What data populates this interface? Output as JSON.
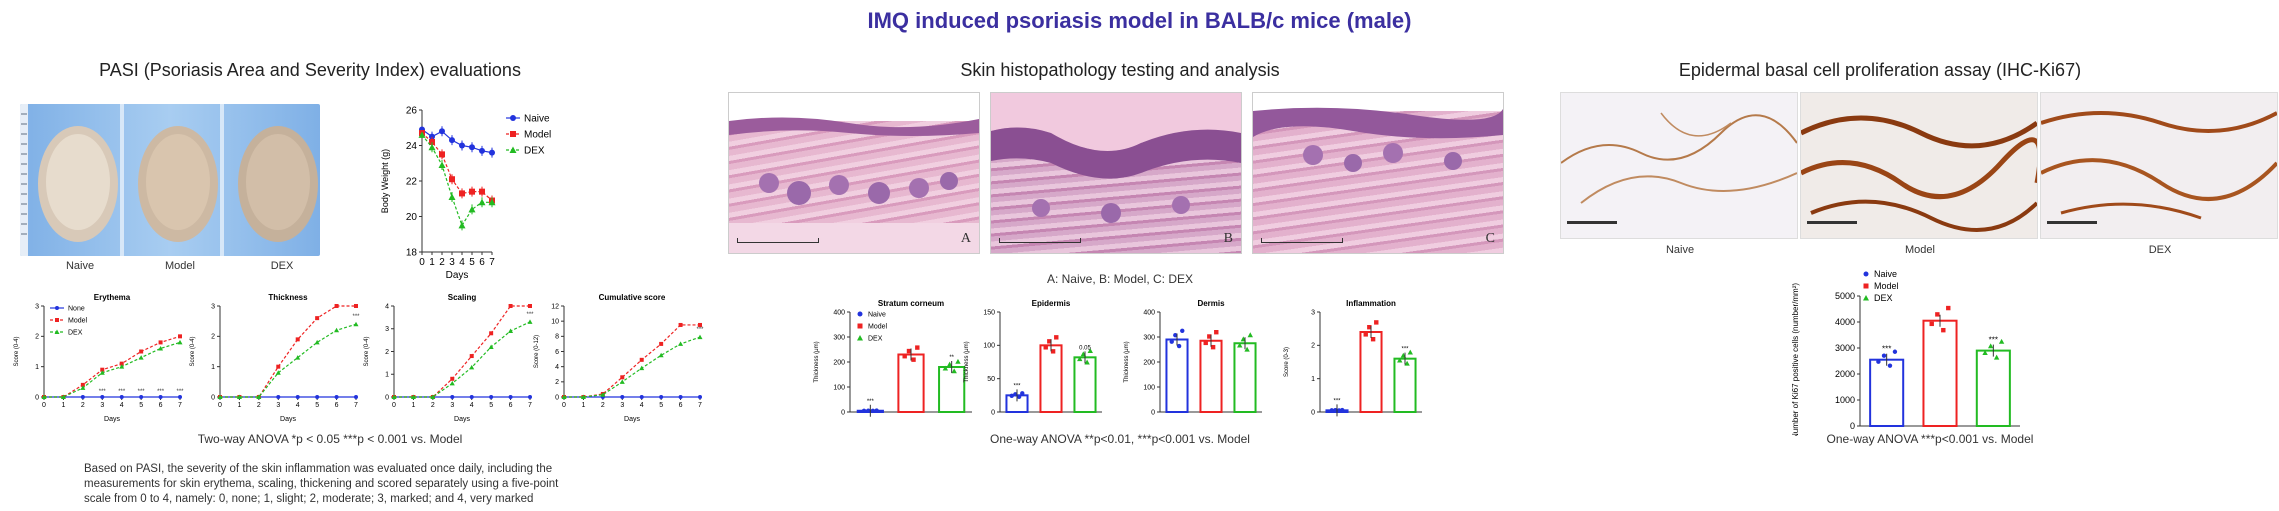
{
  "header": {
    "title": "IMQ induced psoriasis model in BALB/c mice (male)"
  },
  "sections": {
    "pasi": {
      "title": "PASI (Psoriasis Area and Severity Index) evaluations",
      "photo_labels": [
        "Naive",
        "Model",
        "DEX"
      ],
      "anova_note": "Two-way ANOVA  *p < 0.05    ***p < 0.001 vs. Model",
      "description_lines": [
        "Based on PASI, the severity of the skin inflammation was evaluated once daily, including the",
        "measurements for skin erythema, scaling, thickening and scored separately using a five-point",
        "scale from 0 to 4, namely: 0, none; 1, slight; 2, moderate; 3, marked; and 4, very marked"
      ]
    },
    "histo": {
      "title": "Skin histopathology testing and analysis",
      "panel_letters": [
        "A",
        "B",
        "C"
      ],
      "legend_text": "A: Naive,  B: Model,  C: DEX",
      "anova_note": "One-way ANOVA  **p<0.01, ***p<0.001 vs. Model"
    },
    "ki67": {
      "title": "Epidermal basal cell proliferation assay (IHC-Ki67)",
      "panel_labels": [
        "Naive",
        "Model",
        "DEX"
      ],
      "anova_note": "One-way ANOVA ***p<0.001 vs. Model"
    }
  },
  "colors": {
    "naive": "#2233dd",
    "model": "#ee2222",
    "dex": "#22bb22",
    "title": "#3b2fa0"
  },
  "chart_data": [
    {
      "id": "body-weight",
      "type": "line",
      "xlabel": "Days",
      "ylabel": "Body Weight (g)",
      "x": [
        0,
        1,
        2,
        3,
        4,
        5,
        6,
        7
      ],
      "xlim": [
        0,
        7
      ],
      "ylim": [
        18,
        26
      ],
      "yticks": [
        18,
        20,
        22,
        24,
        26
      ],
      "series": [
        {
          "name": "Naive",
          "values": [
            24.9,
            24.5,
            24.8,
            24.3,
            24.0,
            23.9,
            23.7,
            23.6
          ]
        },
        {
          "name": "Model",
          "values": [
            24.7,
            24.2,
            23.5,
            22.1,
            21.3,
            21.4,
            21.4,
            20.9
          ]
        },
        {
          "name": "DEX",
          "values": [
            24.6,
            23.9,
            22.9,
            21.1,
            19.5,
            20.4,
            20.8,
            20.8
          ]
        }
      ]
    },
    {
      "id": "erythema",
      "type": "line",
      "title": "Erythema",
      "xlabel": "Days",
      "ylabel": "Score (0-4)",
      "x": [
        0,
        1,
        2,
        3,
        4,
        5,
        6,
        7
      ],
      "xlim": [
        0,
        7
      ],
      "ylim": [
        0,
        3
      ],
      "yticks": [
        0,
        1,
        2,
        3
      ],
      "series": [
        {
          "name": "None",
          "values": [
            0,
            0,
            0,
            0,
            0,
            0,
            0,
            0
          ]
        },
        {
          "name": "Model",
          "values": [
            0,
            0,
            0.4,
            0.9,
            1.1,
            1.5,
            1.8,
            2.0
          ]
        },
        {
          "name": "DEX",
          "values": [
            0,
            0,
            0.3,
            0.8,
            1.0,
            1.3,
            1.6,
            1.8
          ]
        }
      ],
      "annotations": [
        "***",
        "***",
        "***",
        "***",
        "***"
      ]
    },
    {
      "id": "thickness",
      "type": "line",
      "title": "Thickness",
      "xlabel": "Days",
      "ylabel": "Score (0-4)",
      "x": [
        0,
        1,
        2,
        3,
        4,
        5,
        6,
        7
      ],
      "xlim": [
        0,
        7
      ],
      "ylim": [
        0,
        3
      ],
      "yticks": [
        0,
        1,
        2,
        3
      ],
      "series": [
        {
          "name": "Naive",
          "values": [
            0,
            0,
            0,
            0,
            0,
            0,
            0,
            0
          ]
        },
        {
          "name": "Model",
          "values": [
            0,
            0,
            0,
            1.0,
            1.9,
            2.6,
            3.0,
            3.0
          ]
        },
        {
          "name": "DEX",
          "values": [
            0,
            0,
            0,
            0.8,
            1.3,
            1.8,
            2.2,
            2.4
          ]
        }
      ],
      "annotations": [
        "***"
      ]
    },
    {
      "id": "scaling",
      "type": "line",
      "title": "Scaling",
      "xlabel": "Days",
      "ylabel": "Score (0-4)",
      "x": [
        0,
        1,
        2,
        3,
        4,
        5,
        6,
        7
      ],
      "xlim": [
        0,
        7
      ],
      "ylim": [
        0,
        4
      ],
      "yticks": [
        0,
        1,
        2,
        3,
        4
      ],
      "series": [
        {
          "name": "Naive",
          "values": [
            0,
            0,
            0,
            0,
            0,
            0,
            0,
            0
          ]
        },
        {
          "name": "Model",
          "values": [
            0,
            0,
            0,
            0.8,
            1.8,
            2.8,
            4.0,
            4.0
          ]
        },
        {
          "name": "DEX",
          "values": [
            0,
            0,
            0,
            0.6,
            1.3,
            2.2,
            2.9,
            3.3
          ]
        }
      ],
      "annotations": [
        "***"
      ]
    },
    {
      "id": "cumulative",
      "type": "line",
      "title": "Cumulative score",
      "xlabel": "Days",
      "ylabel": "Score (0-12)",
      "x": [
        0,
        1,
        2,
        3,
        4,
        5,
        6,
        7
      ],
      "xlim": [
        0,
        7
      ],
      "ylim": [
        0,
        12
      ],
      "yticks": [
        0,
        2,
        4,
        6,
        8,
        10,
        12
      ],
      "series": [
        {
          "name": "Naive",
          "values": [
            0,
            0,
            0,
            0,
            0,
            0,
            0,
            0
          ]
        },
        {
          "name": "Model",
          "values": [
            0,
            0,
            0.4,
            2.6,
            4.9,
            7.0,
            9.5,
            9.5
          ]
        },
        {
          "name": "DEX",
          "values": [
            0,
            0,
            0.3,
            2.0,
            3.8,
            5.5,
            7.0,
            7.9
          ]
        }
      ],
      "annotations": [
        "***"
      ]
    },
    {
      "id": "stratum-corneum",
      "type": "bar",
      "title": "Stratum corneum",
      "ylabel": "Thickness (μm)",
      "categories": [
        "Naive",
        "Model",
        "DEX"
      ],
      "values": [
        5,
        230,
        180
      ],
      "ylim": [
        0,
        400
      ],
      "yticks": [
        0,
        100,
        200,
        300,
        400
      ],
      "sig": [
        "***",
        "",
        "**"
      ],
      "legend": [
        "Naive",
        "Model",
        "DEX"
      ]
    },
    {
      "id": "epidermis",
      "type": "bar",
      "title": "Epidermis",
      "ylabel": "Thickness (μm)",
      "categories": [
        "Naive",
        "Model",
        "DEX"
      ],
      "values": [
        25,
        100,
        82
      ],
      "ylim": [
        0,
        150
      ],
      "yticks": [
        0,
        50,
        100,
        150
      ],
      "sig": [
        "***",
        "",
        "0.05"
      ]
    },
    {
      "id": "dermis",
      "type": "bar",
      "title": "Dermis",
      "ylabel": "Thickness (μm)",
      "categories": [
        "Naive",
        "Model",
        "DEX"
      ],
      "values": [
        290,
        285,
        275
      ],
      "ylim": [
        0,
        400
      ],
      "yticks": [
        0,
        100,
        200,
        300,
        400
      ],
      "sig": [
        "",
        "",
        ""
      ]
    },
    {
      "id": "inflammation",
      "type": "bar",
      "title": "Inflammation",
      "ylabel": "Score (0-3)",
      "categories": [
        "Naive",
        "Model",
        "DEX"
      ],
      "values": [
        0.05,
        2.4,
        1.6
      ],
      "ylim": [
        0,
        3
      ],
      "yticks": [
        0,
        1,
        2,
        3
      ],
      "sig": [
        "***",
        "",
        "***"
      ]
    },
    {
      "id": "ki67-count",
      "type": "bar",
      "ylabel": "Number of Ki67 positive cells (number/mm²)",
      "categories": [
        "Naive",
        "Model",
        "DEX"
      ],
      "values": [
        2550,
        4050,
        2900
      ],
      "ylim": [
        0,
        5000
      ],
      "yticks": [
        0,
        1000,
        2000,
        3000,
        4000,
        5000
      ],
      "sig": [
        "***",
        "",
        "***"
      ],
      "legend": [
        "Naive",
        "Model",
        "DEX"
      ]
    }
  ]
}
